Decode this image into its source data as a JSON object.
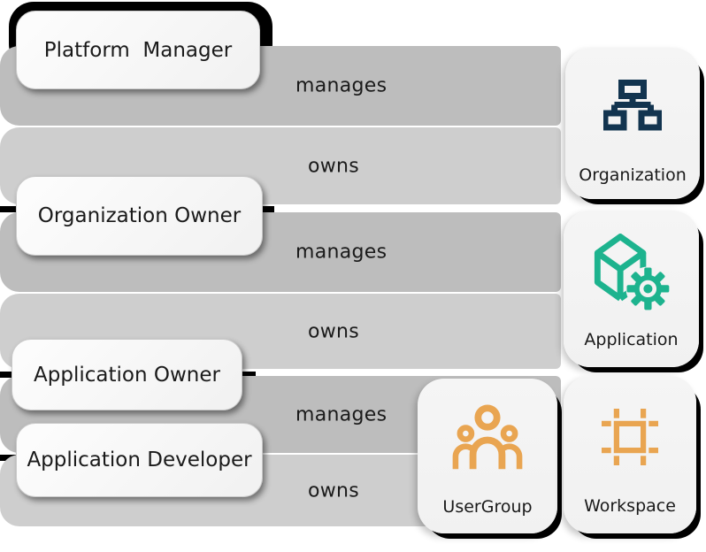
{
  "diagram": {
    "roles": [
      {
        "label": "Platform  Manager"
      },
      {
        "label": "Organization Owner"
      },
      {
        "label": "Application Owner"
      },
      {
        "label": "Application Developer"
      }
    ],
    "relations": [
      {
        "label": "manages"
      },
      {
        "label": "owns"
      },
      {
        "label": "manages"
      },
      {
        "label": "owns"
      },
      {
        "label": "manages"
      },
      {
        "label": "owns"
      }
    ],
    "entities": [
      {
        "label": "Organization",
        "icon": "org-chart-icon",
        "icon_color": "#12344f"
      },
      {
        "label": "Application",
        "icon": "cube-gear-icon",
        "icon_color": "#1db38e"
      },
      {
        "label": "UserGroup",
        "icon": "user-group-icon",
        "icon_color": "#e9a551"
      },
      {
        "label": "Workspace",
        "icon": "workspace-frame-icon",
        "icon_color": "#e9a551"
      }
    ],
    "colors": {
      "manages_band": "#bdbdbd",
      "owns_band": "#cecece",
      "role_box_bg": "#f7f7f7",
      "card_bg": "#f3f3f3",
      "text": "#1a1a1a",
      "accent_black": "#000000"
    }
  }
}
